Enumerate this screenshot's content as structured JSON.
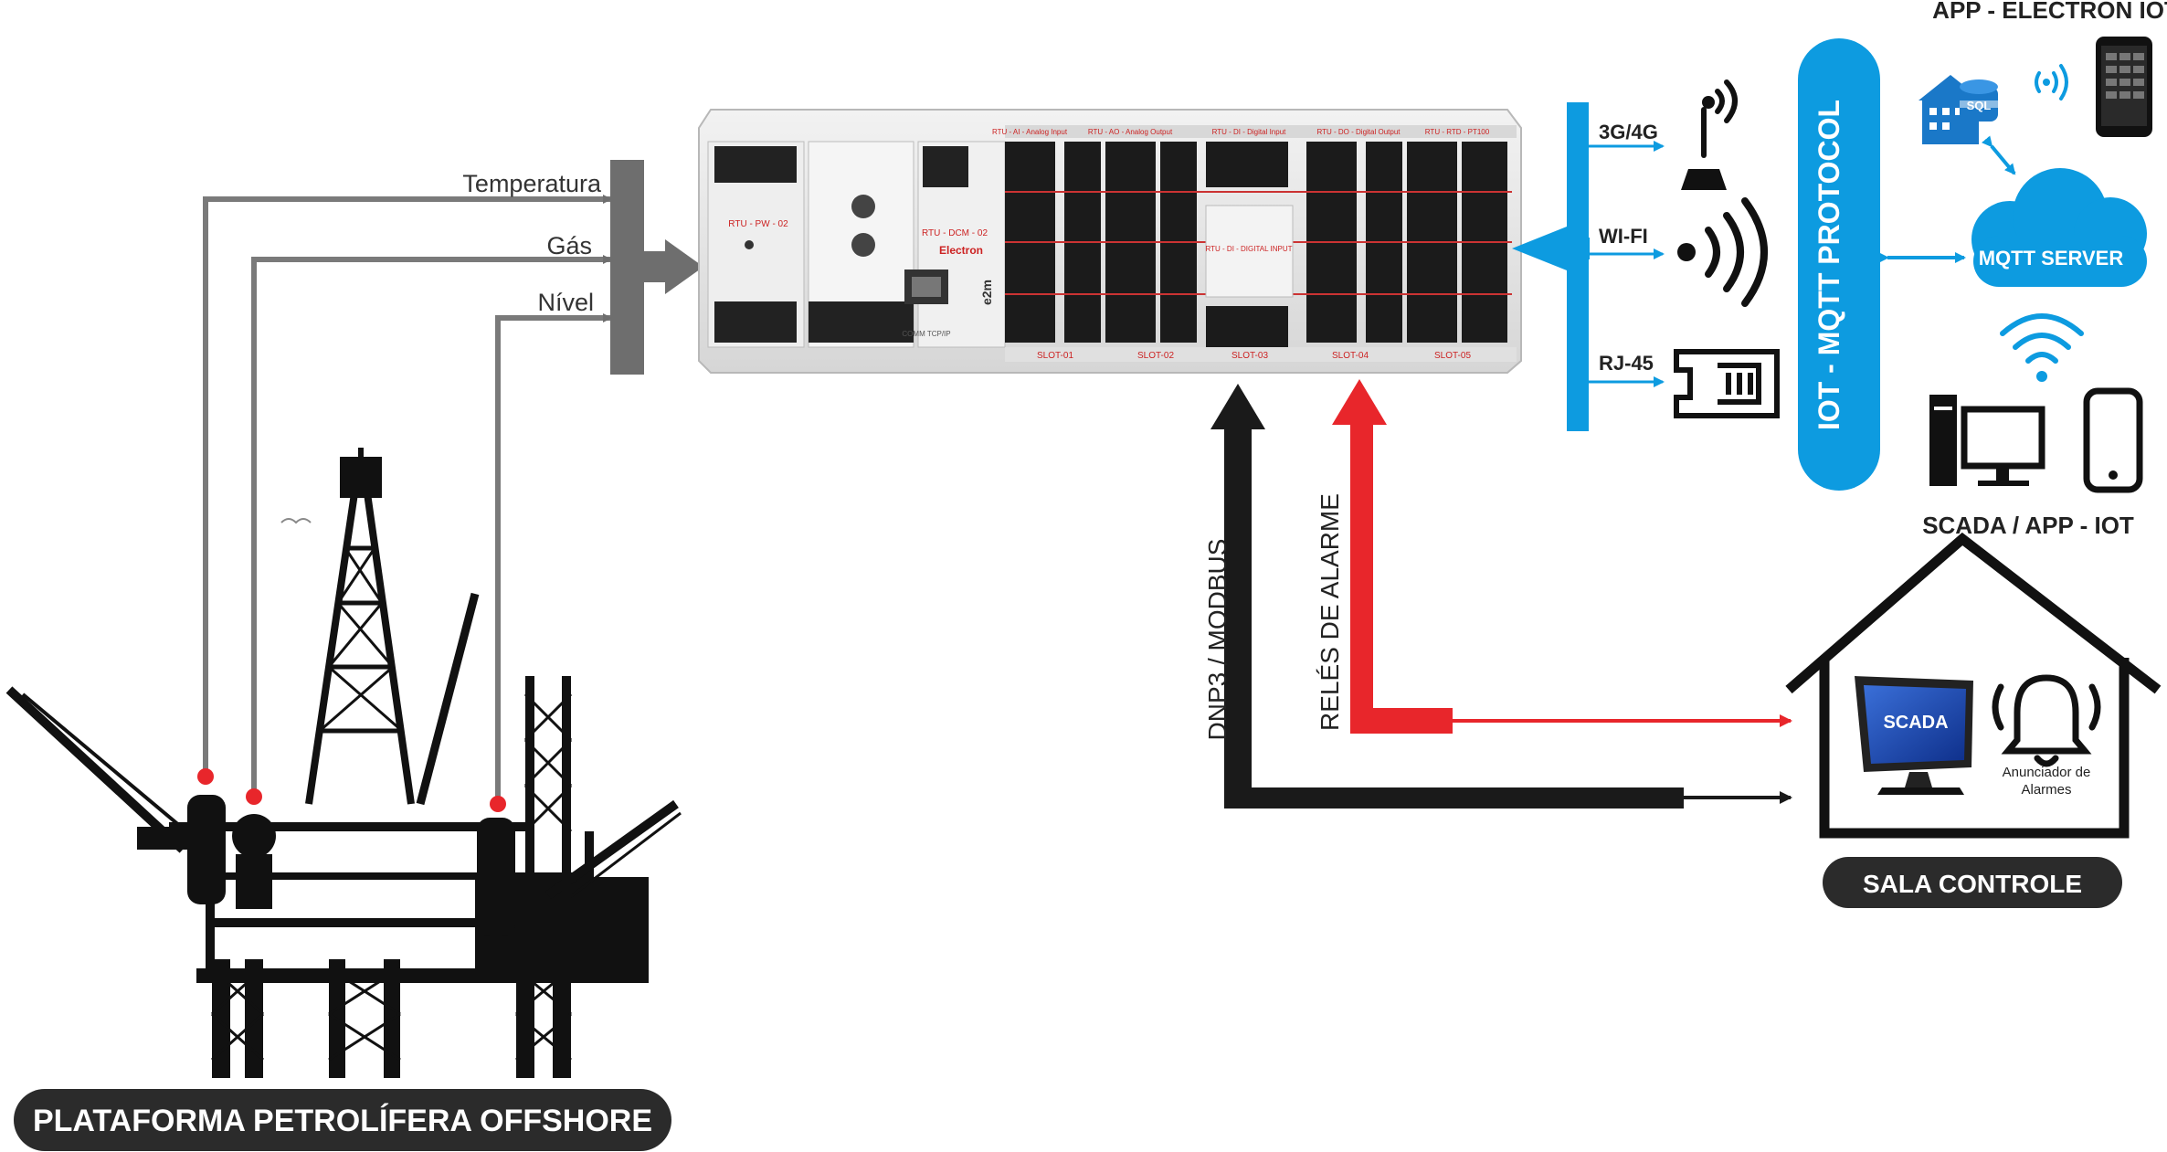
{
  "sensors": {
    "temperature": "Temperatura",
    "gas": "Gás",
    "level": "Nível"
  },
  "platform_label": "PLATAFORMA PETROLÍFERA OFFSHORE",
  "rtu": {
    "logo": "Electron",
    "brand_vertical": "e2m",
    "modules": [
      {
        "name": "RTU - PW - 02"
      },
      {
        "name": "RTU - DCM - 02"
      }
    ],
    "slot_headers": [
      "RTU - AI - Analog Input",
      "RTU - AO - Analog Output",
      "RTU - DI - Digital Input",
      "RTU - DO - Digital Output",
      "RTU - RTD - PT100"
    ],
    "slots": [
      "SLOT-01",
      "SLOT-02",
      "SLOT-03",
      "SLOT-04",
      "SLOT-05"
    ],
    "di_center_label": "RTU - DI - DIGITAL INPUT",
    "comm_port": "COMM TCP/IP"
  },
  "links": {
    "dnp3": "DNP3 / MODBUS",
    "relays": "RELÉS DE ALARME"
  },
  "comms": {
    "g34": "3G/4G",
    "wifi": "WI-FI",
    "rj45": "RJ-45"
  },
  "mqtt_protocol": "IOT - MQTT PROTOCOL",
  "app_title": "APP - ELECTRON IOT",
  "sql_label": "SQL",
  "mqtt_server": "MQTT SERVER",
  "scada_app": "SCADA / APP - IOT",
  "control_room": {
    "label": "SALA CONTROLE",
    "scada_screen": "SCADA",
    "annunciator_line1": "Anunciador de",
    "annunciator_line2": "Alarmes"
  },
  "colors": {
    "gray": "#6e6e6e",
    "blue": "#0d9be0",
    "red": "#e8262b",
    "dark": "#1a1a1a",
    "pill": "#2b2b2b"
  }
}
